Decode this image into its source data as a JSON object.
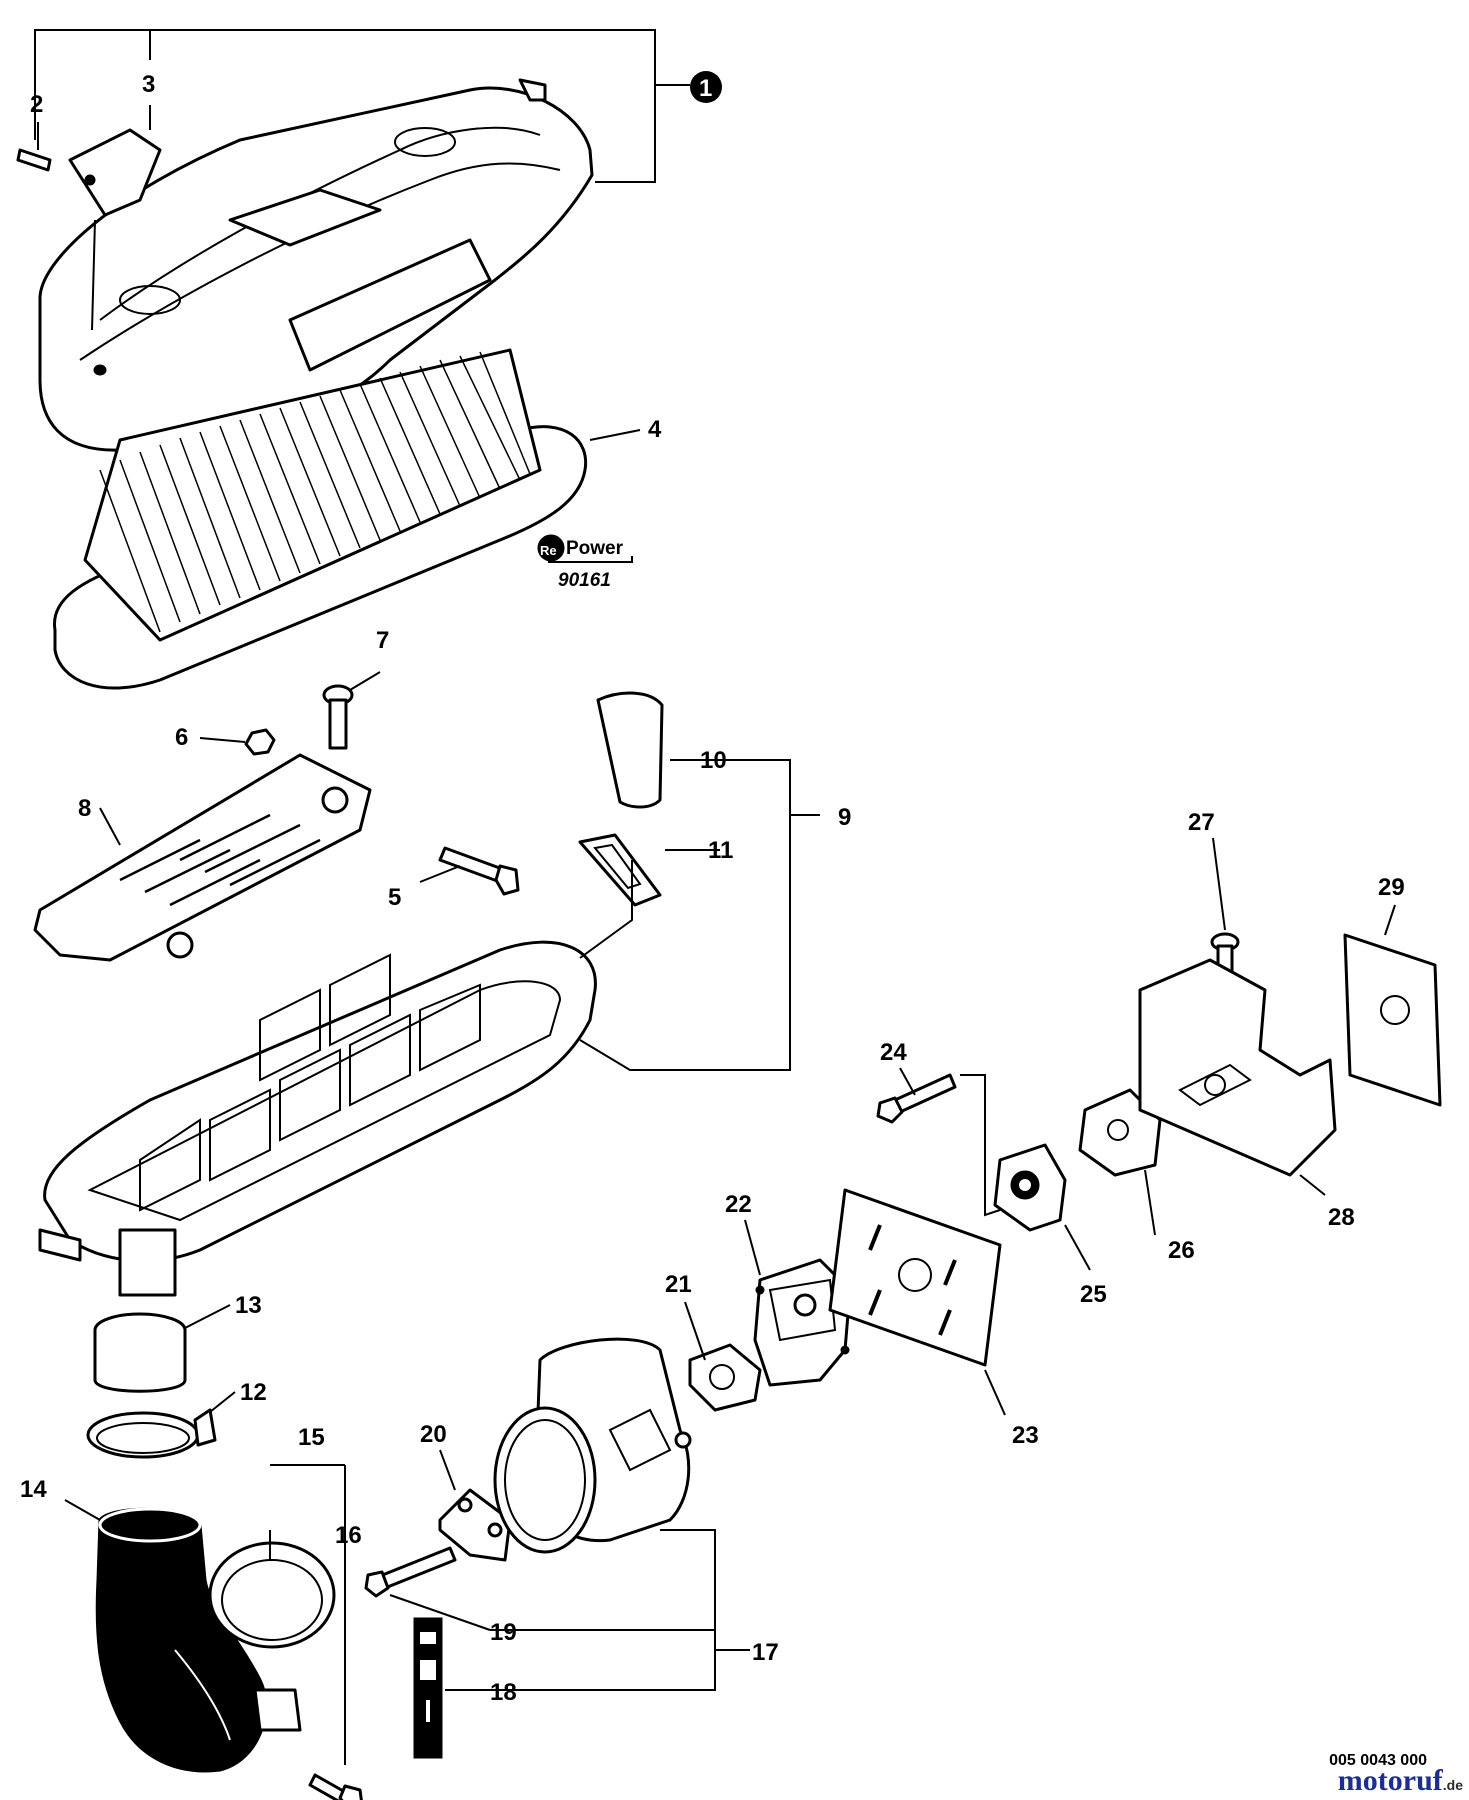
{
  "callouts": {
    "c1": "1",
    "c2": "2",
    "c3": "3",
    "c4": "4",
    "c5": "5",
    "c6": "6",
    "c7": "7",
    "c8": "8",
    "c9": "9",
    "c10": "10",
    "c11": "11",
    "c12": "12",
    "c13": "13",
    "c14": "14",
    "c15": "15",
    "c16": "16",
    "c17": "17",
    "c18": "18",
    "c19": "19",
    "c20": "20",
    "c21": "21",
    "c22": "22",
    "c23": "23",
    "c24": "24",
    "c25": "25",
    "c26": "26",
    "c27": "27",
    "c28": "28",
    "c29": "29"
  },
  "repower": {
    "logo_mark": "Re",
    "logo_word": "Power",
    "part_number": "90161"
  },
  "footer": {
    "diagram_code": "005 0043 000",
    "brand": "motoruf",
    "brand_tld": ".de",
    "brand_color": "#1c2f8c"
  }
}
